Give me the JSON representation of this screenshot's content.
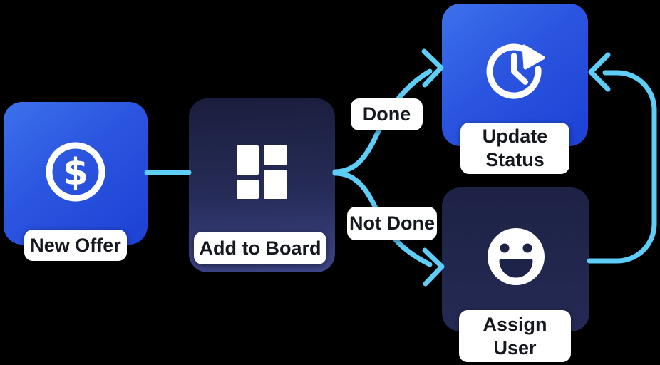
{
  "diagram": {
    "nodes": [
      {
        "id": "new-offer",
        "label": "New Offer",
        "icon": "dollar-circle-icon",
        "style": "blue-gradient"
      },
      {
        "id": "add-to-board",
        "label": "Add to Board",
        "icon": "kanban-board-icon",
        "style": "dark-navy-gradient"
      },
      {
        "id": "update-status",
        "label": "Update Status",
        "icon": "clock-refresh-icon",
        "style": "blue-gradient"
      },
      {
        "id": "assign-user",
        "label": "Assign User",
        "icon": "smiley-face-icon",
        "style": "dark-navy"
      }
    ],
    "edges": [
      {
        "from": "new-offer",
        "to": "add-to-board",
        "label": ""
      },
      {
        "from": "add-to-board",
        "to": "update-status",
        "label": "Done"
      },
      {
        "from": "add-to-board",
        "to": "assign-user",
        "label": "Not Done"
      },
      {
        "from": "assign-user",
        "to": "update-status",
        "label": ""
      }
    ],
    "colors": {
      "background": "#000000",
      "connector": "#5ecdf7",
      "node_blue_top": "#3d71ec",
      "node_blue_bottom": "#1c41d4",
      "node_navy_top": "#1a1e3d",
      "node_navy_bottom": "#3e4588",
      "node_navy_flat": "#1e2449",
      "icon_white": "#ffffff",
      "label_bg": "#ffffff",
      "label_text": "#15181e"
    }
  }
}
